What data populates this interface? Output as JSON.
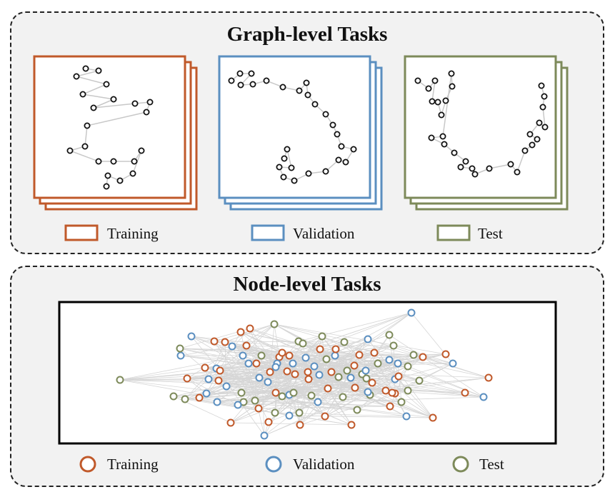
{
  "graph_level": {
    "title": "Graph-level Tasks",
    "legend": [
      {
        "label": "Training",
        "color": "#c0592a"
      },
      {
        "label": "Validation",
        "color": "#5b8fc0"
      },
      {
        "label": "Test",
        "color": "#7d8a5a"
      }
    ]
  },
  "node_level": {
    "title": "Node-level Tasks",
    "legend": [
      {
        "label": "Training",
        "color": "#c0592a"
      },
      {
        "label": "Validation",
        "color": "#5b8fc0"
      },
      {
        "label": "Test",
        "color": "#7d8a5a"
      }
    ]
  }
}
